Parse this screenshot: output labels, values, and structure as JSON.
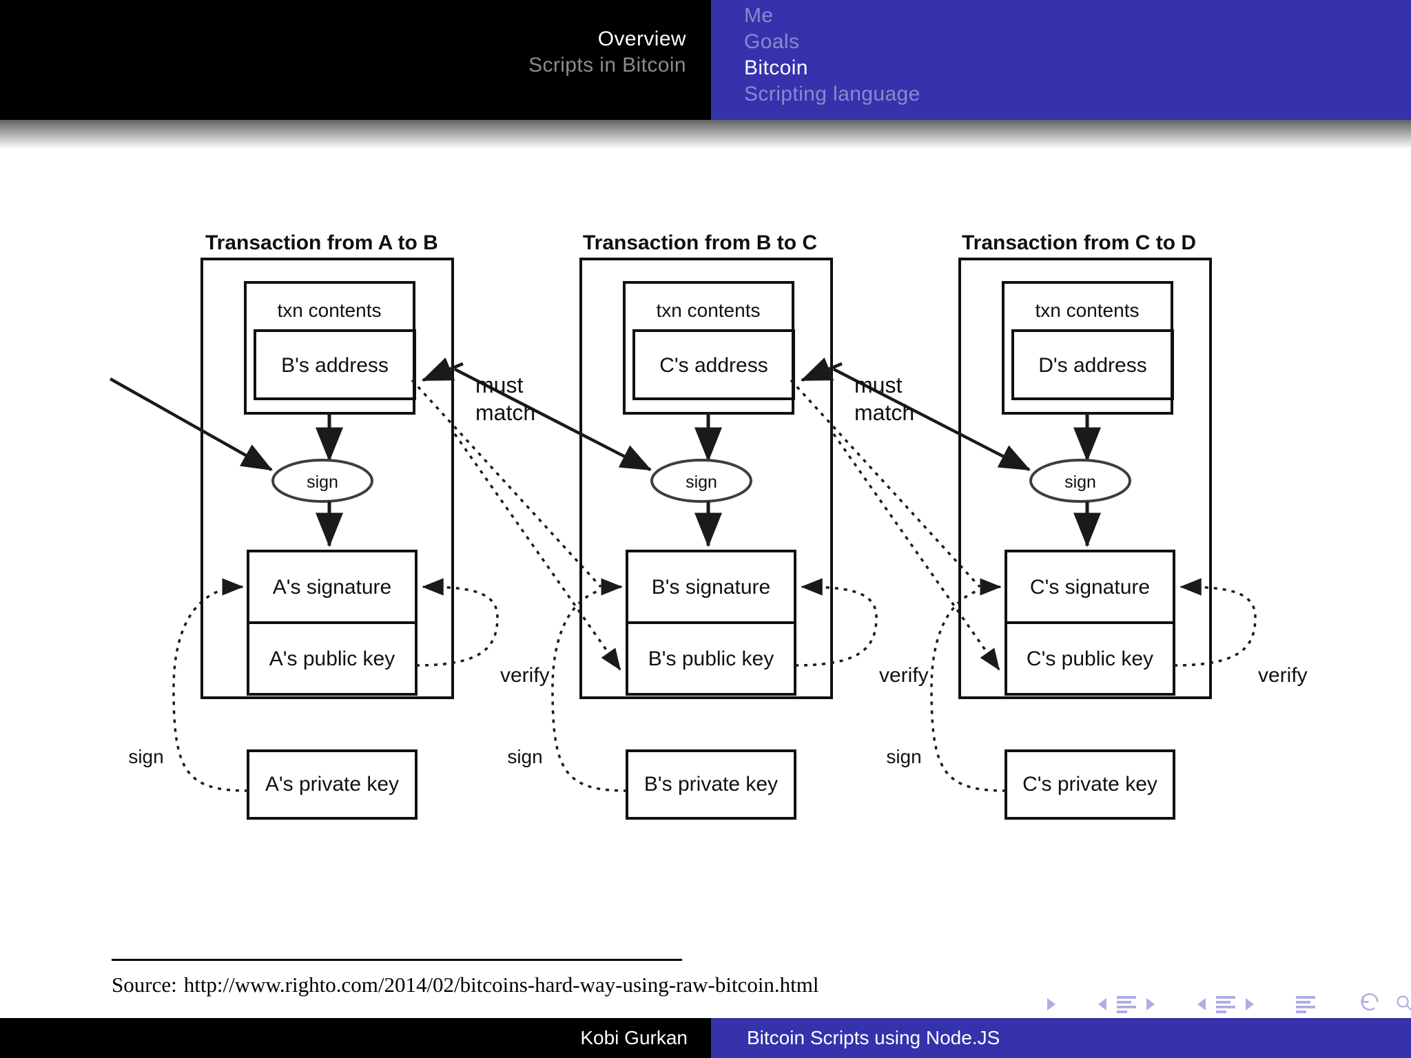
{
  "header": {
    "left_nav": [
      {
        "label": "Overview",
        "state": "active"
      },
      {
        "label": "Scripts in Bitcoin",
        "state": "dim"
      }
    ],
    "right_nav": [
      {
        "label": "Me",
        "state": "dim"
      },
      {
        "label": "Goals",
        "state": "dim"
      },
      {
        "label": "Bitcoin",
        "state": "active"
      },
      {
        "label": "Scripting language",
        "state": "dim"
      }
    ],
    "colors": {
      "black": "#000000",
      "blue": "#3632AC",
      "dim_on_black": "#8C8C8C",
      "dim_on_blue": "#8B89CE"
    }
  },
  "source": {
    "label": "Source:",
    "url": "http://www.righto.com/2014/02/bitcoins-hard-way-using-raw-bitcoin.html"
  },
  "beamer_nav": {
    "icons": [
      "triangle-right-icon",
      "triangle-left-icon",
      "bars-icon",
      "triangle-right-icon",
      "triangle-left-icon",
      "bars-icon",
      "triangle-right-icon",
      "bars-icon",
      "undo-icon",
      "search-icon",
      "redo-icon"
    ],
    "color": "#AFAEE0"
  },
  "footer": {
    "author": "Kobi Gurkan",
    "title": "Bitcoin Scripts using Node.JS"
  },
  "diagram": {
    "title_suffix": "",
    "transactions": [
      {
        "id": "tx-a-b",
        "title": "Transaction from A to B",
        "txn_contents_label": "txn contents",
        "address_label": "B's address",
        "sign_node_label": "sign",
        "signature_label": "A's signature",
        "public_key_label": "A's public key",
        "private_key_label": "A's private key",
        "sign_edge_label": "sign",
        "verify_edge_label": "verify"
      },
      {
        "id": "tx-b-c",
        "title": "Transaction from B to C",
        "txn_contents_label": "txn contents",
        "address_label": "C's address",
        "sign_node_label": "sign",
        "signature_label": "B's signature",
        "public_key_label": "B's public key",
        "private_key_label": "B's private key",
        "sign_edge_label": "sign",
        "verify_edge_label": "verify"
      },
      {
        "id": "tx-c-d",
        "title": "Transaction from C to D",
        "txn_contents_label": "txn contents",
        "address_label": "D's address",
        "sign_node_label": "sign",
        "signature_label": "C's signature",
        "public_key_label": "C's public key",
        "private_key_label": "C's private key",
        "sign_edge_label": "sign",
        "verify_edge_label": "verify"
      }
    ],
    "must_match_labels": [
      "must match",
      "must match"
    ],
    "must_match_line1": "must",
    "must_match_line2": "match"
  }
}
